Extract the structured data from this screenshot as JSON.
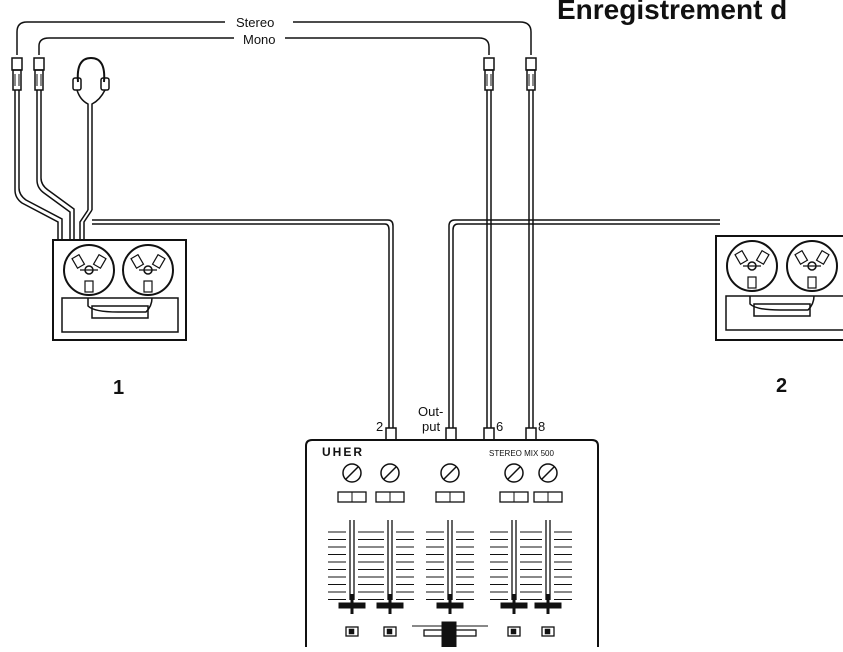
{
  "title": "Enregistrement d",
  "cable_labels": {
    "stereo": "Stereo",
    "mono": "Mono"
  },
  "recorders": [
    {
      "label": "1"
    },
    {
      "label": "2"
    }
  ],
  "mixer": {
    "brand": "UHER",
    "model": "STEREO MIX 500",
    "input_labels": {
      "in2": "2",
      "output_top": "Out-",
      "output_bottom": "put",
      "in6": "6",
      "in8": "8"
    }
  },
  "icons": [
    "headphones-icon",
    "plug-icon",
    "reel-icon",
    "knob-icon",
    "fader-icon"
  ],
  "colors": {
    "ink": "#111111",
    "paper": "#ffffff"
  }
}
